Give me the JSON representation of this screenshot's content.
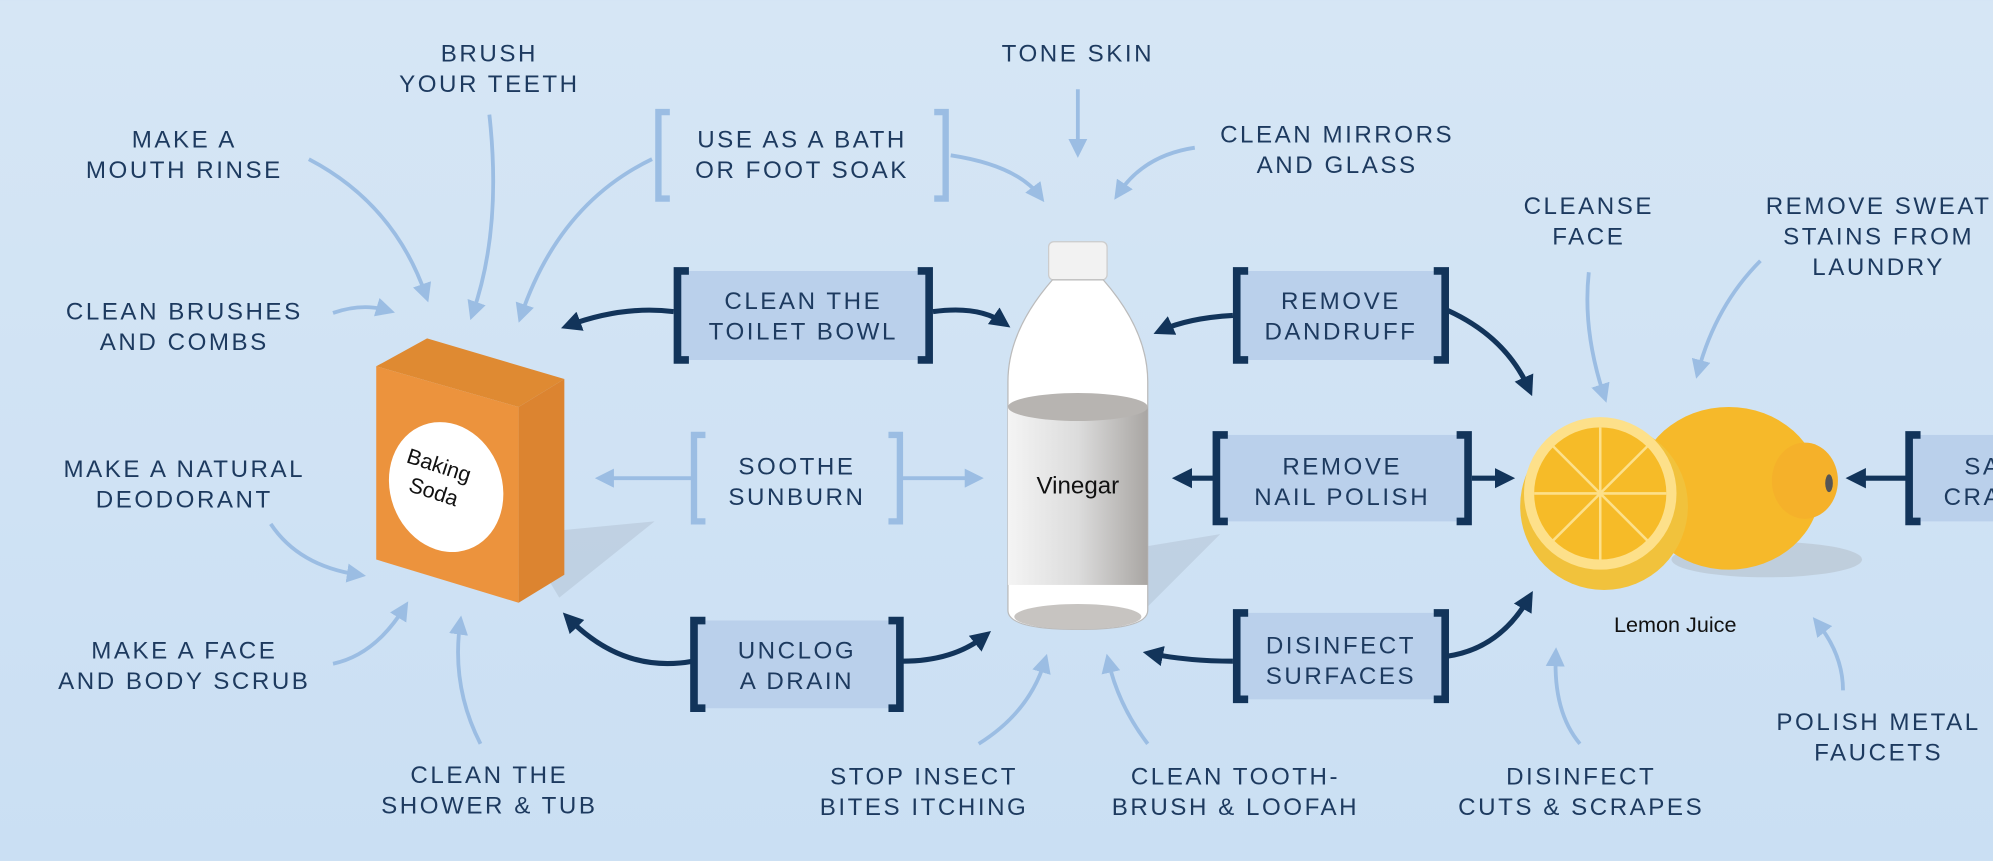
{
  "products": {
    "baking_soda": {
      "name_lines": [
        "Baking",
        "Soda"
      ],
      "color": "#ec913a"
    },
    "vinegar": {
      "name": "Vinegar"
    },
    "lemon_juice": {
      "name": "Lemon Juice",
      "color": "#f6bb28"
    }
  },
  "colors": {
    "background": "#d2e3f4",
    "text": "#1d3a5f",
    "arrow_light": "#9bbde3",
    "arrow_dark": "#12345a",
    "box_fill": "#bad0eb"
  },
  "labels": {
    "brush_teeth": [
      "BRUSH",
      "YOUR TEETH"
    ],
    "mouth_rinse": [
      "MAKE A",
      "MOUTH RINSE"
    ],
    "clean_brushes": [
      "CLEAN BRUSHES",
      "AND COMBS"
    ],
    "deodorant": [
      "MAKE A NATURAL",
      "DEODORANT"
    ],
    "face_scrub": [
      "MAKE A FACE",
      "AND BODY SCRUB"
    ],
    "shower_tub": [
      "CLEAN THE",
      "SHOWER & TUB"
    ],
    "bath_soak": [
      "USE AS A BATH",
      "OR FOOT SOAK"
    ],
    "tone_skin": [
      "TONE SKIN"
    ],
    "clean_mirrors": [
      "CLEAN MIRRORS",
      "AND GLASS"
    ],
    "insect_bites": [
      "STOP INSECT",
      "BITES ITCHING"
    ],
    "toothbrush": [
      "CLEAN TOOTH-",
      "BRUSH & LOOFAH"
    ],
    "cleanse_face": [
      "CLEANSE",
      "FACE"
    ],
    "sweat_stains": [
      "REMOVE SWEAT",
      "STAINS FROM",
      "LAUNDRY"
    ],
    "cuts_scrapes": [
      "DISINFECT",
      "CUTS & SCRAPES"
    ],
    "polish_faucets": [
      "POLISH METAL",
      "FAUCETS"
    ],
    "toilet_bowl": [
      "CLEAN THE",
      "TOILET BOWL"
    ],
    "sunburn": [
      "SOOTHE",
      "SUNBURN"
    ],
    "drain": [
      "UNCLOG",
      "A DRAIN"
    ],
    "dandruff": [
      "REMOVE",
      "DANDRUFF"
    ],
    "nail_polish": [
      "REMOVE",
      "NAIL POLISH"
    ],
    "surfaces": [
      "DISINFECT",
      "SURFACES"
    ],
    "cut_off": [
      "SA",
      "CRAC"
    ]
  }
}
